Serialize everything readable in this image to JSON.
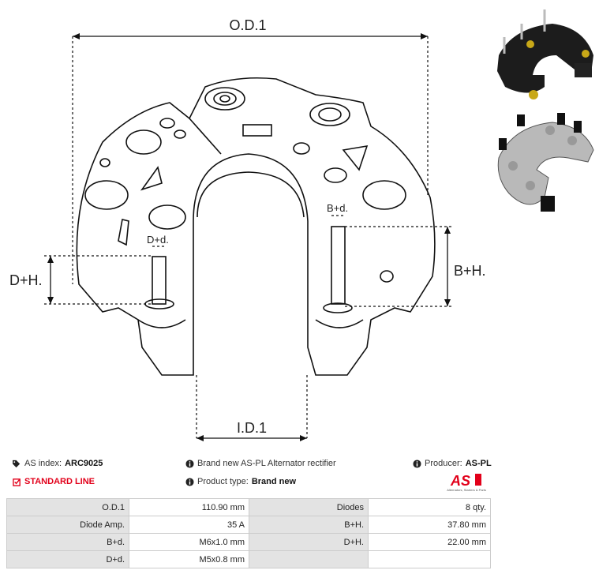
{
  "drawing": {
    "od_label": "O.D.1",
    "id_label": "I.D.1",
    "bh_label": "B+H.",
    "dh_label": "D+H.",
    "bd_label": "B+d.",
    "dd_label": "D+d."
  },
  "info": {
    "index_label": "AS index:",
    "index_value": "ARC9025",
    "line_label": "STANDARD LINE",
    "desc": "Brand new AS-PL Alternator rectifier",
    "type_label": "Product type:",
    "type_value": "Brand new",
    "producer_label": "Producer:",
    "producer_value": "AS-PL",
    "logo_tagline": "Alternators, Starters & Parts",
    "accent": "#e2001a"
  },
  "specs": [
    [
      "O.D.1",
      "110.90 mm",
      "Diodes",
      "8 qty."
    ],
    [
      "Diode Amp.",
      "35 A",
      "B+H.",
      "37.80 mm"
    ],
    [
      "B+d.",
      "M6x1.0 mm",
      "D+H.",
      "22.00 mm"
    ],
    [
      "D+d.",
      "M5x0.8 mm",
      "",
      ""
    ]
  ]
}
